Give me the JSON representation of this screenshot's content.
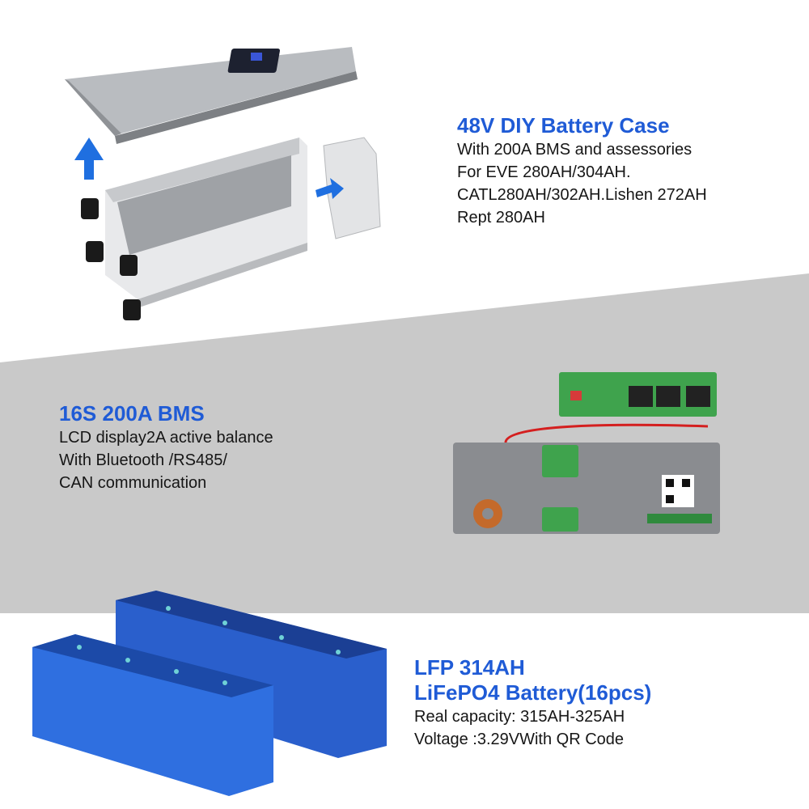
{
  "sections": [
    {
      "id": "case",
      "title": "48V DIY Battery Case",
      "lines": [
        "With 200A BMS and assessories",
        "For EVE 280AH/304AH.",
        "CATL280AH/302AH.Lishen 272AH",
        "Rept 280AH"
      ]
    },
    {
      "id": "bms",
      "title": "16S 200A BMS",
      "lines": [
        "LCD display2A active balance",
        "With Bluetooth /RS485/",
        "CAN communication"
      ]
    },
    {
      "id": "battery",
      "title_lines": [
        "LFP 314AH",
        "LiFePO4 Battery(16pcs)"
      ],
      "lines": [
        "Real capacity: 315AH-325AH",
        "Voltage :3.29VWith QR Code"
      ]
    }
  ],
  "colors": {
    "accent": "#1f5bd6",
    "band": "#c9c9c9",
    "cell_blue": "#2f6fe0",
    "pcb_green": "#3fa34d",
    "board_gray": "#8a8c90"
  },
  "icons": [
    "up-arrow-icon",
    "right-arrow-icon"
  ]
}
